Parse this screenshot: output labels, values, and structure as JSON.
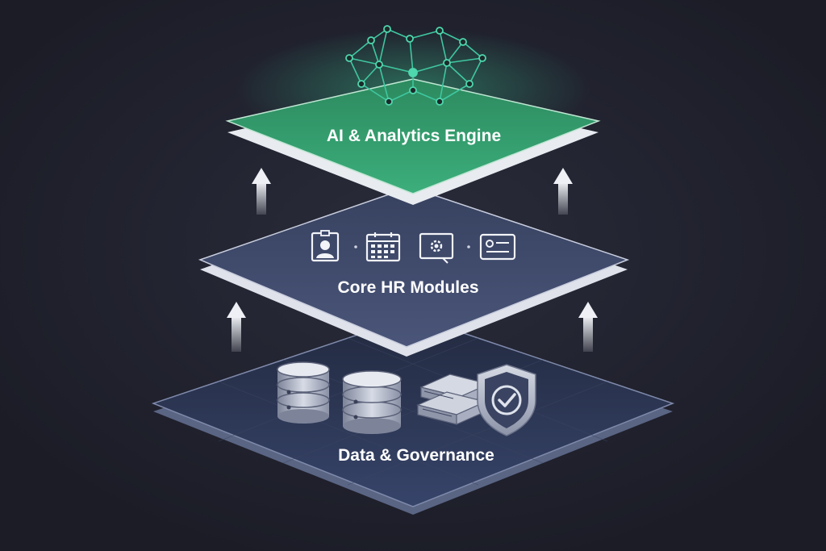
{
  "diagram": {
    "layers": [
      {
        "id": "ai",
        "label": "AI & Analytics Engine",
        "color": "#2f9a6a"
      },
      {
        "id": "hr",
        "label": "Core HR Modules",
        "color": "#3e4a6c"
      },
      {
        "id": "data",
        "label": "Data & Governance",
        "color": "#2c3650"
      }
    ],
    "icons": {
      "network": "neural-network-icon",
      "hr_modules": [
        "employee-profile-icon",
        "calendar-icon",
        "settings-monitor-icon",
        "id-card-icon"
      ],
      "data": [
        "database-icon",
        "database-icon",
        "server-stack-icon",
        "shield-check-icon"
      ]
    },
    "colors": {
      "background": "#1e1f2b",
      "accent_green": "#2f9a6a",
      "network_stroke": "#3fc7a0",
      "arrow": "#d8dbe3"
    }
  }
}
